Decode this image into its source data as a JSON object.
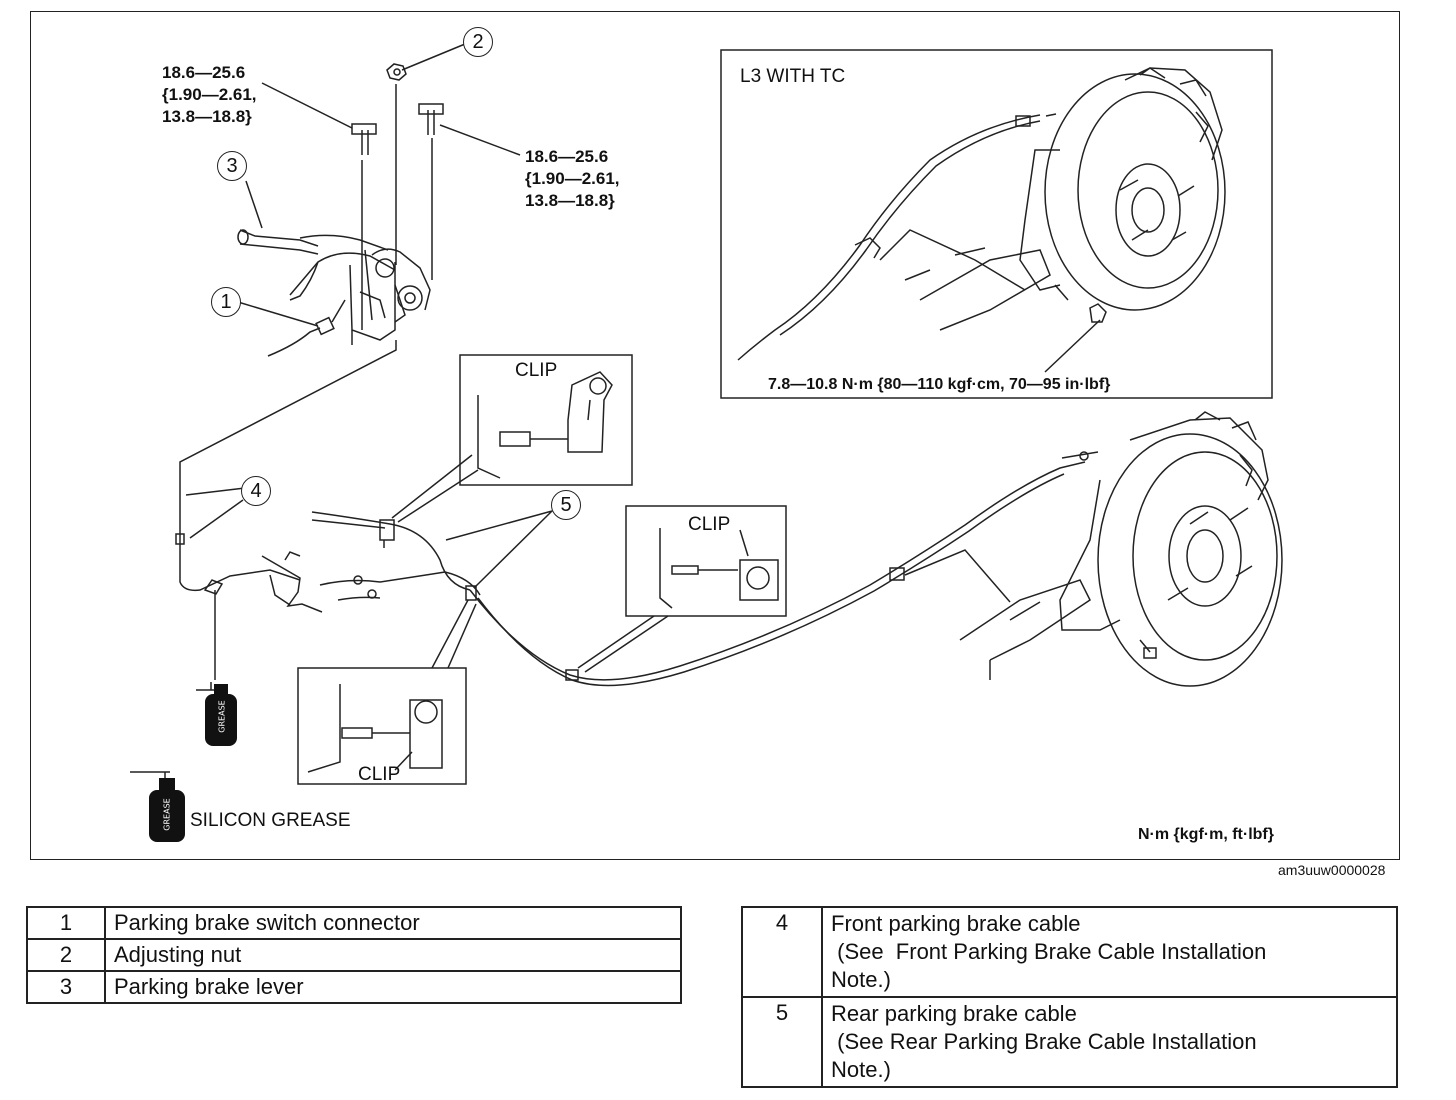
{
  "diagram": {
    "torque_lever_left": [
      "18.6—25.6",
      "{1.90—2.61,",
      "13.8—18.8}"
    ],
    "torque_lever_right": [
      "18.6—25.6",
      "{1.90—2.61,",
      "13.8—18.8}"
    ],
    "inset_title": "L3 WITH TC",
    "inset_torque": "7.8—10.8 N·m {80—110 kgf·cm, 70—95 in·lbf}",
    "clip_label": "CLIP",
    "grease_can_text": "GREASE",
    "silicon_grease": "SILICON GREASE",
    "units_note": "N·m {kgf·m, ft·lbf}",
    "figure_id": "am3uuw0000028",
    "callouts": [
      "1",
      "2",
      "3",
      "4",
      "5"
    ]
  },
  "legend_left": [
    {
      "num": "1",
      "desc": "Parking brake switch connector"
    },
    {
      "num": "2",
      "desc": "Adjusting nut"
    },
    {
      "num": "3",
      "desc": "Parking brake lever"
    }
  ],
  "legend_right": [
    {
      "num": "4",
      "desc": [
        "Front parking brake cable",
        " (See  Front Parking Brake Cable Installation",
        "Note.)"
      ]
    },
    {
      "num": "5",
      "desc": [
        "Rear parking brake cable",
        " (See Rear Parking Brake Cable Installation",
        "Note.)"
      ]
    }
  ]
}
